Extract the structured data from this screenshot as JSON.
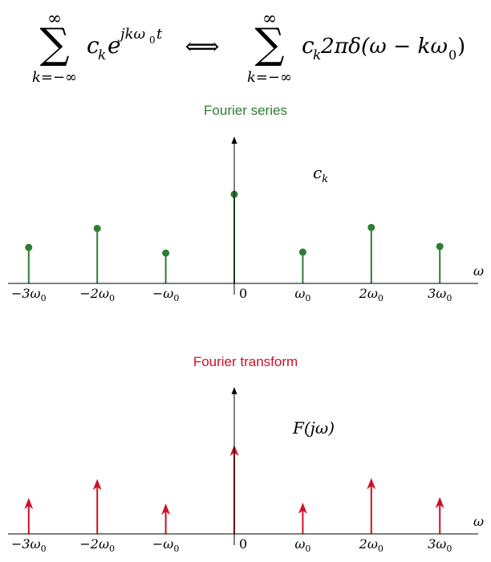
{
  "formula": {
    "lhs_sum": "∑",
    "lhs_upper": "∞",
    "lhs_lower": "k=−∞",
    "lhs_term_base": "c",
    "lhs_term_sub": "k",
    "lhs_exp_base": "e",
    "lhs_exp_power": "jkω",
    "lhs_exp_power_sub": "0",
    "lhs_exp_power_tail": "t",
    "iff": "⟺",
    "rhs_sum": "∑",
    "rhs_upper": "∞",
    "rhs_lower": "k=−∞",
    "rhs_term_base": "c",
    "rhs_term_sub": "k",
    "rhs_term_rest": "2πδ(ω − kω",
    "rhs_term_rest_sub": "0",
    "rhs_term_close": ")"
  },
  "colors": {
    "series": "#2e7d32",
    "transform": "#d0102a",
    "axis": "#000000"
  },
  "chart_data": [
    {
      "type": "stem",
      "title": "Fourier series",
      "ylabel": "c_k",
      "xlabel": "ω",
      "x": [
        -3,
        -2,
        -1,
        0,
        1,
        2,
        3
      ],
      "tick_labels": [
        "−3ω₀",
        "−2ω₀",
        "−ω₀",
        "0",
        "ω₀",
        "2ω₀",
        "3ω₀"
      ],
      "values": [
        0.38,
        0.58,
        0.32,
        0.94,
        0.33,
        0.59,
        0.39
      ],
      "marker": "circle",
      "ylim": [
        0,
        1.55
      ],
      "xlim": [
        -3.08,
        3.47
      ]
    },
    {
      "type": "impulse",
      "title": "Fourier transform",
      "ylabel": "F(jω)",
      "xlabel": "ω",
      "x": [
        -3,
        -2,
        -1,
        0,
        1,
        2,
        3
      ],
      "tick_labels": [
        "−3ω₀",
        "−2ω₀",
        "−ω₀",
        "0",
        "ω₀",
        "2ω₀",
        "3ω₀"
      ],
      "values": [
        0.38,
        0.58,
        0.32,
        0.94,
        0.33,
        0.59,
        0.39
      ],
      "marker": "arrow",
      "ylim": [
        0,
        1.55
      ],
      "xlim": [
        -3.08,
        3.47
      ]
    }
  ]
}
